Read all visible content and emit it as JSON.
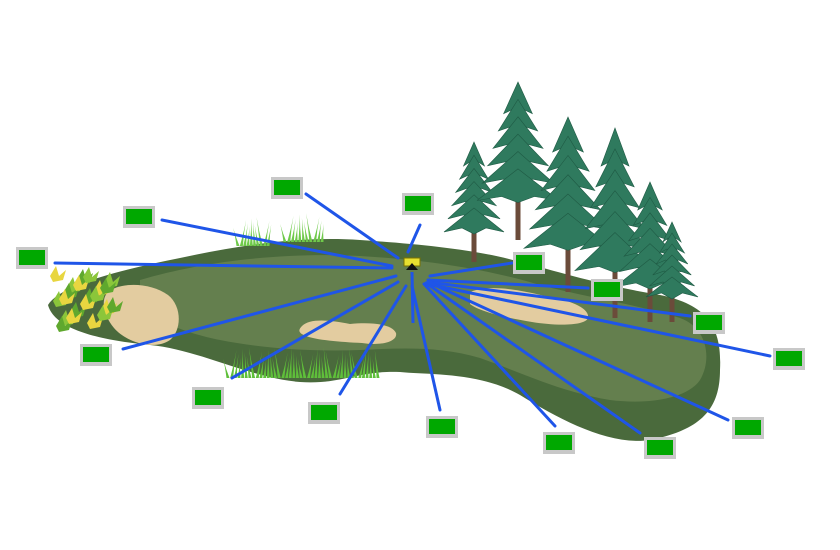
{
  "colors": {
    "background": "#ffffff",
    "course_dark": "#4a6a3c",
    "course_light": "#647f4e",
    "sand": "#e3cca0",
    "tree": "#2f7a5e",
    "trunk": "#6b4b3a",
    "link_line": "#1f55e8",
    "node_fill": "#00a800",
    "node_frame": "#c8c8c8",
    "gateway": "#e8e030"
  },
  "hub": {
    "name": "gateway-icon"
  },
  "nodes": [
    {
      "name": "sensor-node-west"
    },
    {
      "name": "sensor-node-northwest"
    },
    {
      "name": "sensor-node-north-left"
    },
    {
      "name": "sensor-node-north"
    },
    {
      "name": "sensor-node-northeast-1"
    },
    {
      "name": "sensor-node-east-1"
    },
    {
      "name": "sensor-node-east-2"
    },
    {
      "name": "sensor-node-east-3"
    },
    {
      "name": "sensor-node-southwest-1"
    },
    {
      "name": "sensor-node-southwest-2"
    },
    {
      "name": "sensor-node-south-1"
    },
    {
      "name": "sensor-node-south-2"
    },
    {
      "name": "sensor-node-southeast-1"
    },
    {
      "name": "sensor-node-southeast-2"
    },
    {
      "name": "sensor-node-southeast-3"
    }
  ]
}
